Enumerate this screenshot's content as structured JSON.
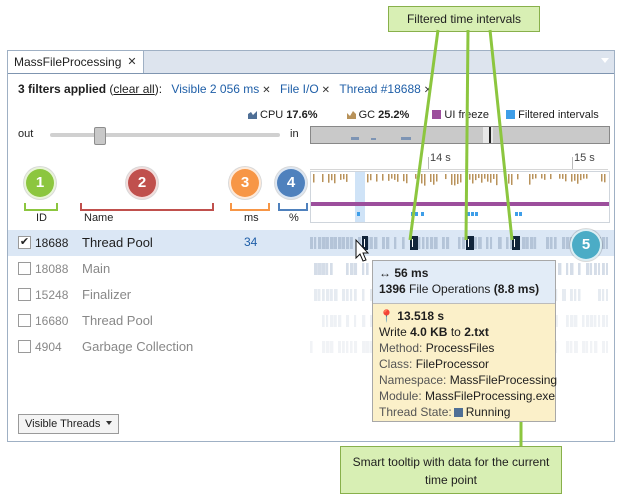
{
  "callouts": {
    "top": "Filtered time intervals",
    "bottom": "Smart tooltip with data for the current time point"
  },
  "tab": {
    "title": "MassFileProcessing"
  },
  "filters": {
    "count_text": "3 filters applied",
    "clear_all": "clear all",
    "chips": [
      {
        "label": "Visible 2 056 ms"
      },
      {
        "label": "File I/O"
      },
      {
        "label": "Thread #18688"
      }
    ]
  },
  "legend": {
    "cpu_label": "CPU",
    "cpu_value": "17.6%",
    "gc_label": "GC",
    "gc_value": "25.2%",
    "ui_freeze": "UI freeze",
    "filtered_intervals": "Filtered intervals",
    "colors": {
      "cpu": "#4f6f96",
      "gc": "#b8925a",
      "ui_freeze": "#9c4e9c",
      "filtered": "#3e9ee8"
    }
  },
  "zoom": {
    "out": "out",
    "in": "in",
    "level": 0.2
  },
  "ruler": {
    "ticks": [
      "14 s",
      "15 s"
    ]
  },
  "badges": [
    "1",
    "2",
    "3",
    "4",
    "5"
  ],
  "columns": {
    "id": "ID",
    "name": "Name",
    "ms": "ms",
    "percent": "%"
  },
  "threads": [
    {
      "id": "18688",
      "name": "Thread Pool",
      "ms": "34",
      "checked": true
    },
    {
      "id": "18088",
      "name": "Main",
      "ms": "",
      "checked": false
    },
    {
      "id": "15248",
      "name": "Finalizer",
      "ms": "",
      "checked": false
    },
    {
      "id": "16680",
      "name": "Thread Pool",
      "ms": "",
      "checked": false
    },
    {
      "id": "4904",
      "name": "Garbage Collection",
      "ms": "",
      "checked": false
    }
  ],
  "checkmark": "✔",
  "tooltip": {
    "duration": "56 ms",
    "ops_count": "1396",
    "ops_label": "File Operations",
    "ops_time": "(8.8 ms)",
    "time": "13.518 s",
    "write_prefix": "Write",
    "write_size": "4.0 KB",
    "write_to": "to",
    "write_file": "2.txt",
    "method_key": "Method:",
    "method_val": "ProcessFiles",
    "class_key": "Class:",
    "class_val": "FileProcessor",
    "ns_key": "Namespace:",
    "ns_val": "MassFileProcessing",
    "module_key": "Module:",
    "module_val": "MassFileProcessing.exe",
    "state_key": "Thread State:",
    "state_val": "Running"
  },
  "visible_threads": "Visible Threads"
}
